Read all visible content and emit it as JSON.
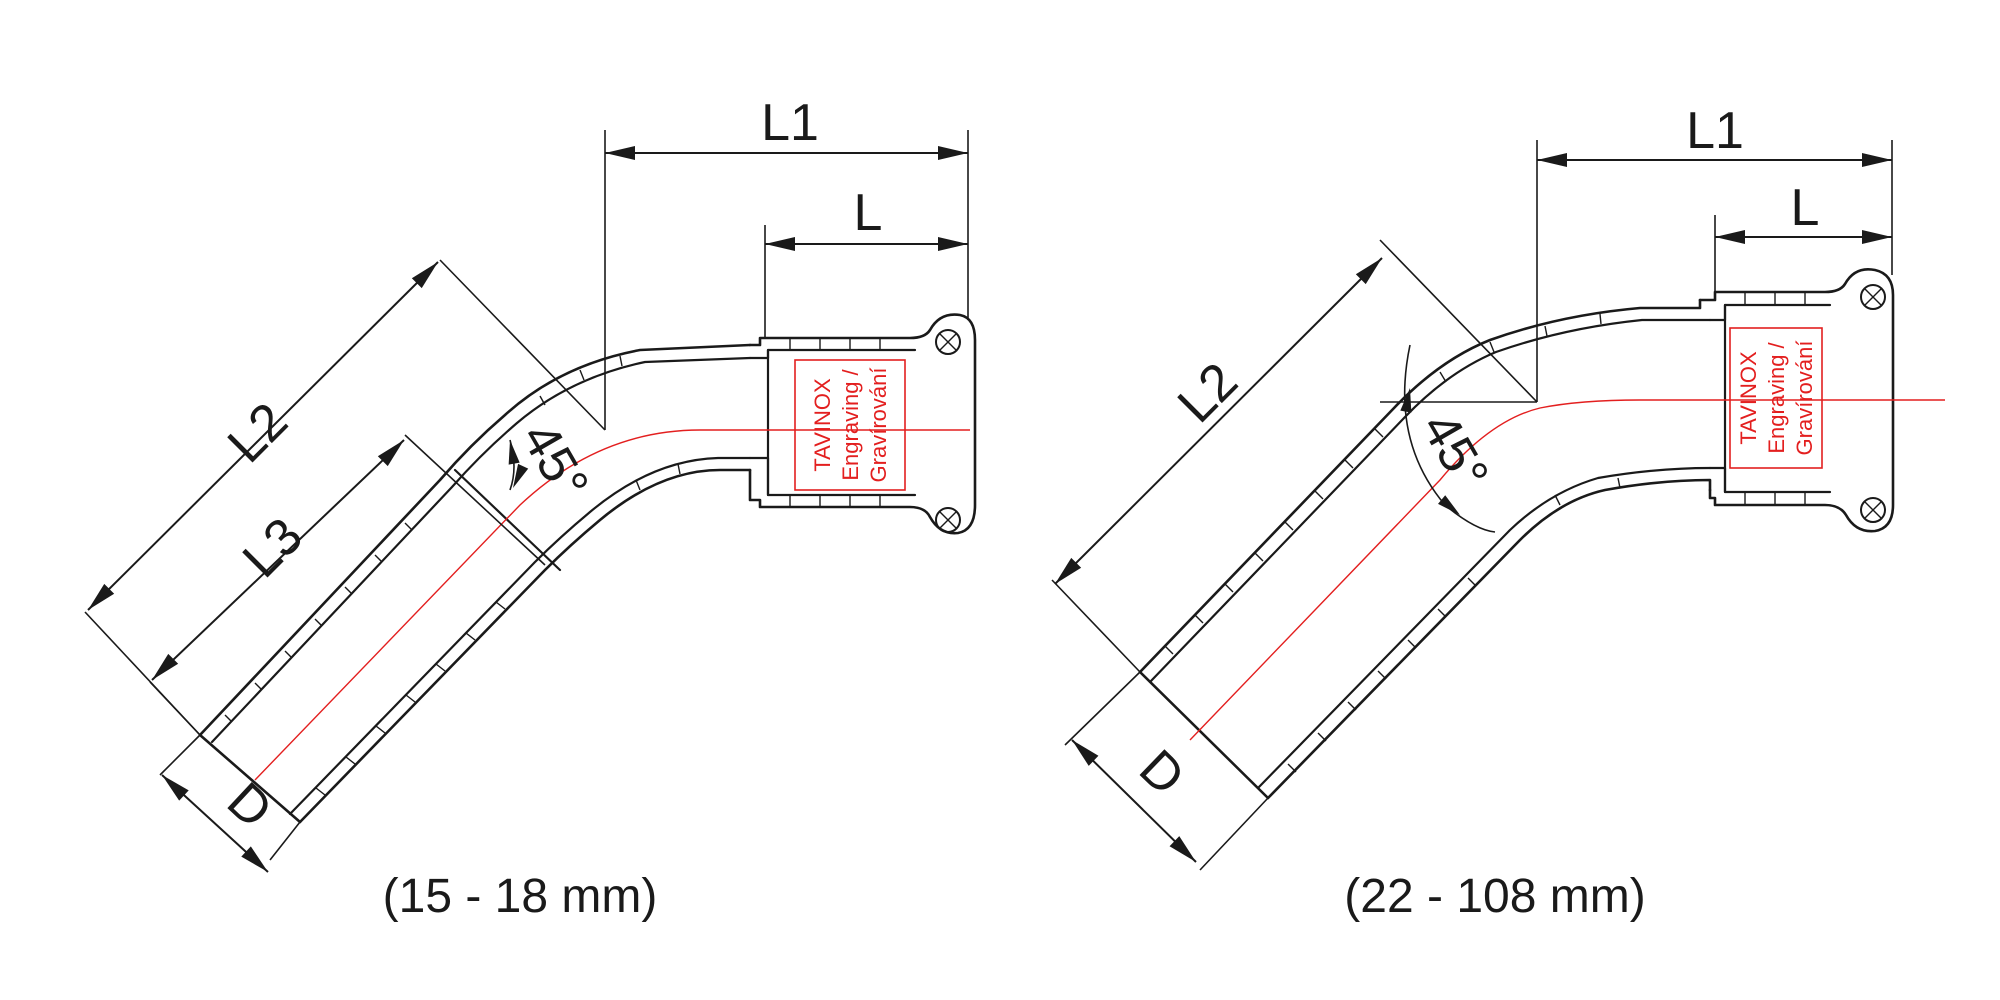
{
  "figures": [
    {
      "dimensions": {
        "l1": "L1",
        "l": "L",
        "l2": "L2",
        "l3": "L3",
        "d": "D",
        "angle": "45°"
      },
      "engraving": [
        "TAVINOX",
        "Engraving /",
        "Gravírování"
      ],
      "caption": "(15 - 18 mm)"
    },
    {
      "dimensions": {
        "l1": "L1",
        "l": "L",
        "l2": "L2",
        "d": "D",
        "angle": "45°"
      },
      "engraving": [
        "TAVINOX",
        "Engraving /",
        "Gravírování"
      ],
      "caption": "(22 - 108 mm)"
    }
  ],
  "colors": {
    "line": "#1a1a1a",
    "centerline": "#e31f1f",
    "background": "#ffffff"
  }
}
